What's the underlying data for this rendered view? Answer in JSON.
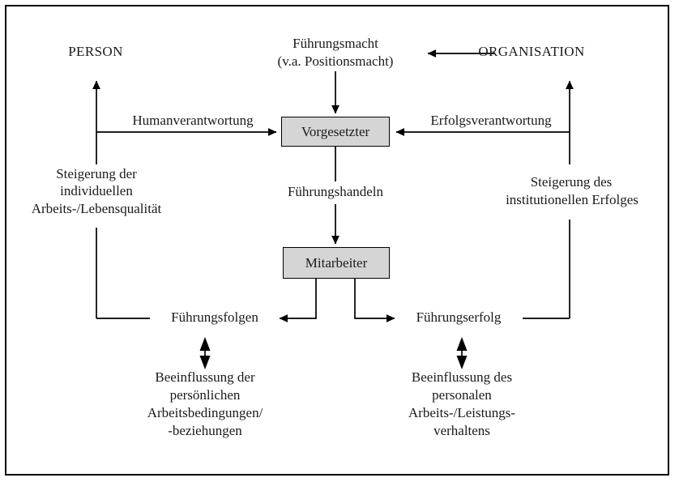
{
  "diagram": {
    "title_present": false,
    "language": "de",
    "colors": {
      "box_fill": "#d5d5d5",
      "box_border": "#000000",
      "frame_border": "#000000",
      "text": "#1a1a1a",
      "background": "#ffffff"
    },
    "nodes": {
      "person": "PERSON",
      "organisation": "ORGANISATION",
      "fuehrungsmacht_line1": "Führungsmacht",
      "fuehrungsmacht_line2": "(v.a. Positionsmacht)",
      "vorgesetzter": "Vorgesetzter",
      "mitarbeiter": "Mitarbeiter",
      "humanverantwortung": "Humanverantwortung",
      "erfolgsverantwortung": "Erfolgsverantwortung",
      "fuehrungshandeln": "Führungshandeln",
      "fuehrungsfolgen": "Führungsfolgen",
      "fuehrungserfolg": "Führungserfolg",
      "steigerung_person_line1": "Steigerung der",
      "steigerung_person_line2": "individuellen",
      "steigerung_person_line3": "Arbeits-/Lebensqualität",
      "steigerung_org_line1": "Steigerung des",
      "steigerung_org_line2": "institutionellen Erfolges",
      "beeinflussung_links_line1": "Beeinflussung der",
      "beeinflussung_links_line2": "persönlichen",
      "beeinflussung_links_line3": "Arbeitsbedingungen/",
      "beeinflussung_links_line4": "-beziehungen",
      "beeinflussung_rechts_line1": "Beeinflussung des",
      "beeinflussung_rechts_line2": "personalen",
      "beeinflussung_rechts_line3": "Arbeits-/Leistungs-",
      "beeinflussung_rechts_line4": "verhaltens"
    },
    "edges": [
      {
        "name": "organisation-to-fuehrungsmacht",
        "from": "ORGANISATION",
        "to": "Führungsmacht (v.a. Positionsmacht)",
        "arrow": "single-left"
      },
      {
        "name": "fuehrungsmacht-to-vorgesetzter",
        "from": "Führungsmacht (v.a. Positionsmacht)",
        "to": "Vorgesetzter",
        "arrow": "single-down"
      },
      {
        "name": "humanverantwortung-to-vorgesetzter",
        "from": "PERSON",
        "to": "Vorgesetzter",
        "label": "Humanverantwortung",
        "arrow": "single-right"
      },
      {
        "name": "erfolgsverantwortung-to-vorgesetzter",
        "from": "ORGANISATION",
        "to": "Vorgesetzter",
        "label": "Erfolgsverantwortung",
        "arrow": "single-left"
      },
      {
        "name": "vorgesetzter-to-mitarbeiter",
        "from": "Vorgesetzter",
        "to": "Mitarbeiter",
        "label": "Führungshandeln",
        "arrow": "single-down"
      },
      {
        "name": "mitarbeiter-to-fuehrungsfolgen",
        "from": "Mitarbeiter",
        "to": "Führungsfolgen",
        "arrow": "single-left"
      },
      {
        "name": "mitarbeiter-to-fuehrungserfolg",
        "from": "Mitarbeiter",
        "to": "Führungserfolg",
        "arrow": "single-right"
      },
      {
        "name": "fuehrungsfolgen-to-beeinflussung-links",
        "from": "Führungsfolgen",
        "to": "Beeinflussung der persönlichen Arbeitsbedingungen/-beziehungen",
        "arrow": "double-vertical"
      },
      {
        "name": "fuehrungserfolg-to-beeinflussung-rechts",
        "from": "Führungserfolg",
        "to": "Beeinflussung des personalen Arbeits-/Leistungsverhaltens",
        "arrow": "double-vertical"
      },
      {
        "name": "fuehrungsfolgen-to-person",
        "from": "Führungsfolgen",
        "to": "PERSON",
        "label": "Steigerung der individuellen Arbeits-/Lebensqualität",
        "arrow": "single-up"
      },
      {
        "name": "fuehrungserfolg-to-organisation",
        "from": "Führungserfolg",
        "to": "ORGANISATION",
        "label": "Steigerung des institutionellen Erfolges",
        "arrow": "single-up"
      }
    ]
  }
}
